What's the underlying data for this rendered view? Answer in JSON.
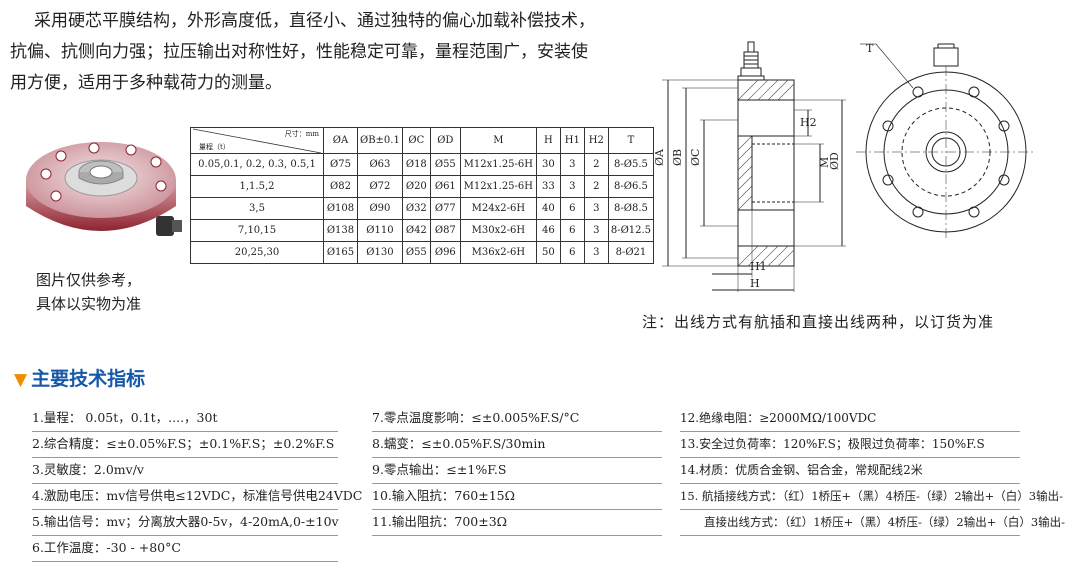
{
  "intro": {
    "line1": "采用硬芯平膜结构，外形高度低，直径小、通过独特的偏心加载补偿技术，",
    "line2": "抗偏、抗侧向力强；拉压输出对称性好，性能稳定可靠，量程范围广，安装使",
    "line3": "用方便，适用于多种载荷力的测量。"
  },
  "caption": {
    "line1": "图片仅供参考，",
    "line2": "具体以实物为准"
  },
  "table": {
    "corner_top": "尺寸：mm",
    "corner_bottom": "量程（t）",
    "headers": [
      "ØA",
      "ØB±0.1",
      "ØC",
      "ØD",
      "M",
      "H",
      "H1",
      "H2",
      "T"
    ],
    "rows": [
      [
        "0.05,0.1, 0.2, 0.3, 0.5,1",
        "Ø75",
        "Ø63",
        "Ø18",
        "Ø55",
        "M12x1.25-6H",
        "30",
        "3",
        "2",
        "8-Ø5.5"
      ],
      [
        "1,1.5,2",
        "Ø82",
        "Ø72",
        "Ø20",
        "Ø61",
        "M12x1.25-6H",
        "33",
        "3",
        "2",
        "8-Ø6.5"
      ],
      [
        "3,5",
        "Ø108",
        "Ø90",
        "Ø32",
        "Ø77",
        "M24x2-6H",
        "40",
        "6",
        "3",
        "8-Ø8.5"
      ],
      [
        "7,10,15",
        "Ø138",
        "Ø110",
        "Ø42",
        "Ø87",
        "M30x2-6H",
        "46",
        "6",
        "3",
        "8-Ø12.5"
      ],
      [
        "20,25,30",
        "Ø165",
        "Ø130",
        "Ø55",
        "Ø96",
        "M36x2-6H",
        "50",
        "6",
        "3",
        "8-Ø21"
      ]
    ]
  },
  "drawing": {
    "labels": {
      "A": "ØA",
      "B": "ØB",
      "C": "ØC",
      "D": "ØD",
      "M": "M",
      "H": "H",
      "H1": "H1",
      "H2": "H2",
      "T": "T"
    }
  },
  "note": "注：出线方式有航插和直接出线两种，以订货为准",
  "section_title": "主要技术指标",
  "specs": {
    "col1": [
      "1.量程：  0.05t，0.1t，....，30t",
      "2.综合精度：≤±0.05%F.S；±0.1%F.S；±0.2%F.S",
      "3.灵敏度：2.0mv/v",
      "4.激励电压：mv信号供电≤12VDC，标准信号供电24VDC",
      "5.输出信号：mv；分离放大器0-5v，4-20mA,0-±10v",
      "6.工作温度：-30 - +80°C"
    ],
    "col2": [
      "7.零点温度影响：≤±0.005%F.S/°C",
      "8.蠕变：≤±0.05%F.S/30min",
      "9.零点输出：≤±1%F.S",
      "10.输入阻抗：760±15Ω",
      "11.输出阻抗：700±3Ω"
    ],
    "col3": [
      "12.绝缘电阻：≥2000MΩ/100VDC",
      "13.安全过负荷率：120%F.S；极限过负荷率：150%F.S",
      "14.材质：优质合金钢、铝合金，常规配线2米",
      "15.  航插接线方式：（红）1桥压+（黑）4桥压-（绿）2输出+（白）3输出-",
      "直接出线方式：（红）1桥压+（黑）4桥压-（绿）2输出+（白）3输出-"
    ]
  }
}
